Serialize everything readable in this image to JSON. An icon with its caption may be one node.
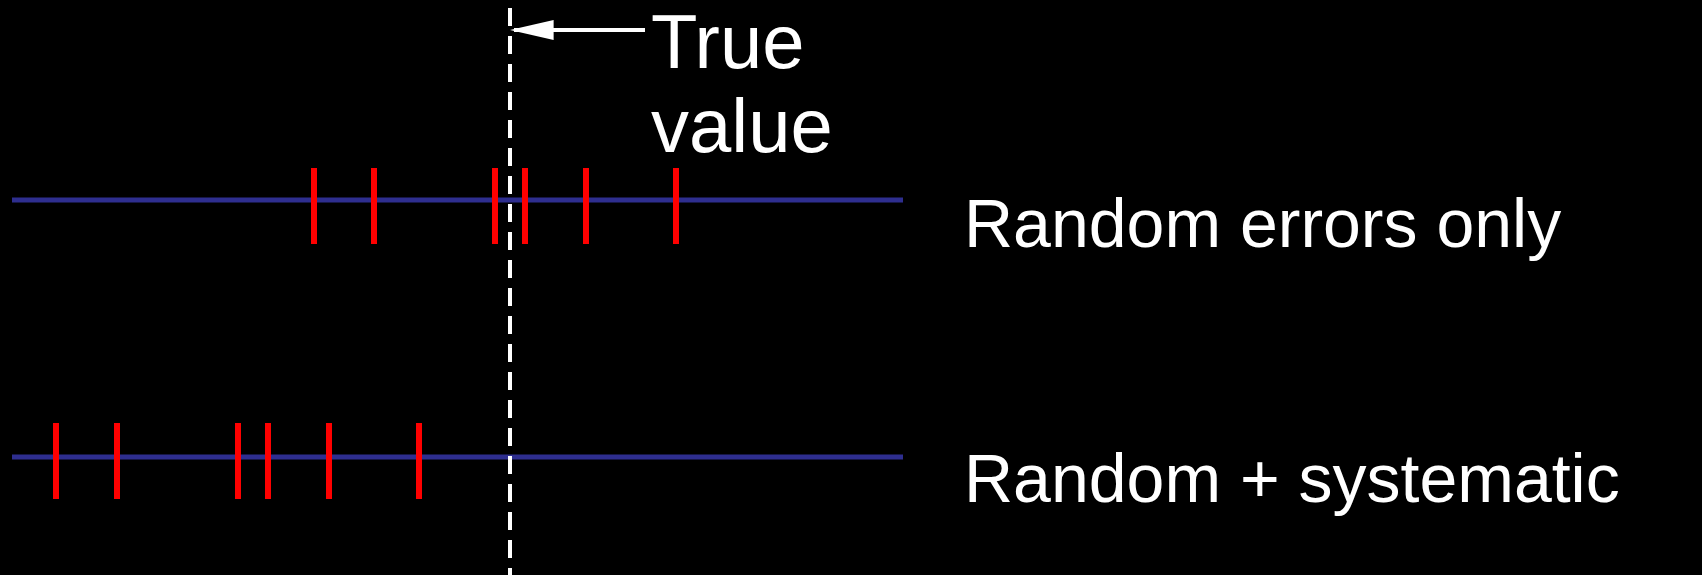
{
  "diagram": {
    "nodes": [
      {
        "text": [
          "True value"
        ]
      },
      {
        "text": [],
        "shape": "line"
      }
    ],
    "edges": [
      {
        "from": 0,
        "to": 1,
        "arrow": "to"
      }
    ],
    "labels": [
      "Random errors only",
      "Random + systematic"
    ]
  }
}
